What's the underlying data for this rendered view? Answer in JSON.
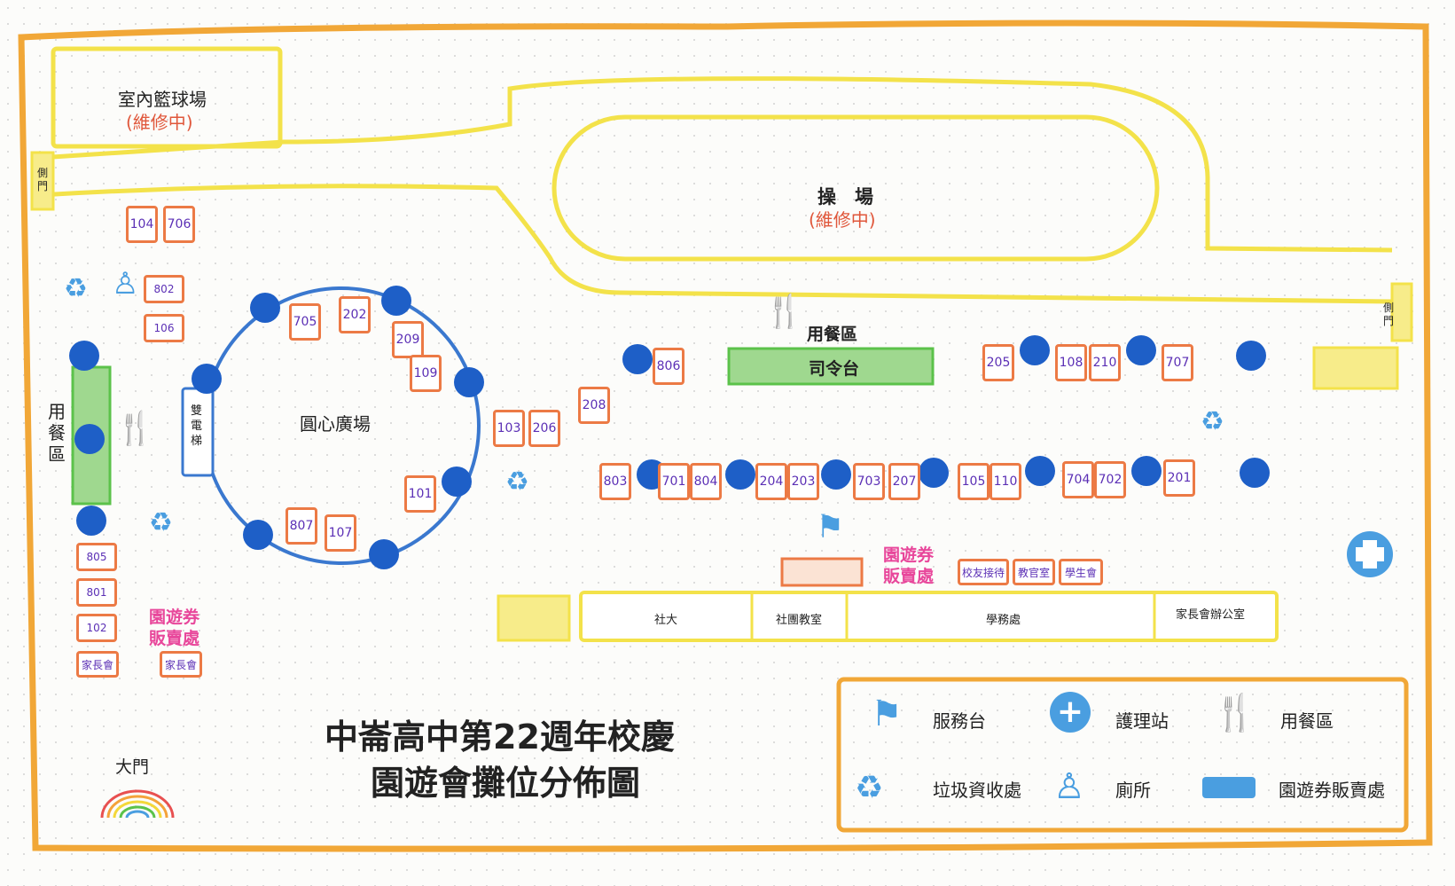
{
  "map": {
    "title_line1": "中崙高中第22週年校慶",
    "title_line2": "園遊會攤位分佈圖",
    "main_gate": "大門",
    "side_gate": "側門",
    "indoor_court": "室內籃球場",
    "under_repair": "(維修中)",
    "field": "操　場",
    "plaza": "圓心廣場",
    "elevator": "雙電梯",
    "dining_area_left": "用餐區",
    "dining_area_top": "用餐區",
    "stage": "司令台",
    "ticket_sales": "園遊券販賣處",
    "parents_assoc": "家長會",
    "alumni": "校友接待",
    "military": "教官室",
    "student_council": "學生會",
    "buildings": [
      "社大",
      "社團教室",
      "學務處",
      "家長會辦公室"
    ]
  },
  "booths": {
    "left_top": [
      "104",
      "706",
      "802",
      "106"
    ],
    "circle": [
      "705",
      "202",
      "209",
      "109",
      "101",
      "807",
      "107"
    ],
    "left_bottom": [
      "805",
      "801",
      "102"
    ],
    "middle": [
      "103",
      "206",
      "208",
      "806"
    ],
    "row_top": [
      "205",
      "108",
      "210",
      "707"
    ],
    "row_bottom": [
      "803",
      "701",
      "804",
      "204",
      "203",
      "703",
      "207",
      "105",
      "110",
      "704",
      "702",
      "201"
    ]
  },
  "legend": {
    "service": "服務台",
    "nurse": "護理站",
    "dining": "用餐區",
    "recycle": "垃圾資收處",
    "toilet": "廁所",
    "ticket": "園遊券販賣處"
  },
  "colors": {
    "border": "#f1a737",
    "path": "#f3e24a",
    "booth": "#ec7a45",
    "tree": "#1e5fc7",
    "green": "#5bc24a",
    "icon": "#4a9ee0"
  }
}
